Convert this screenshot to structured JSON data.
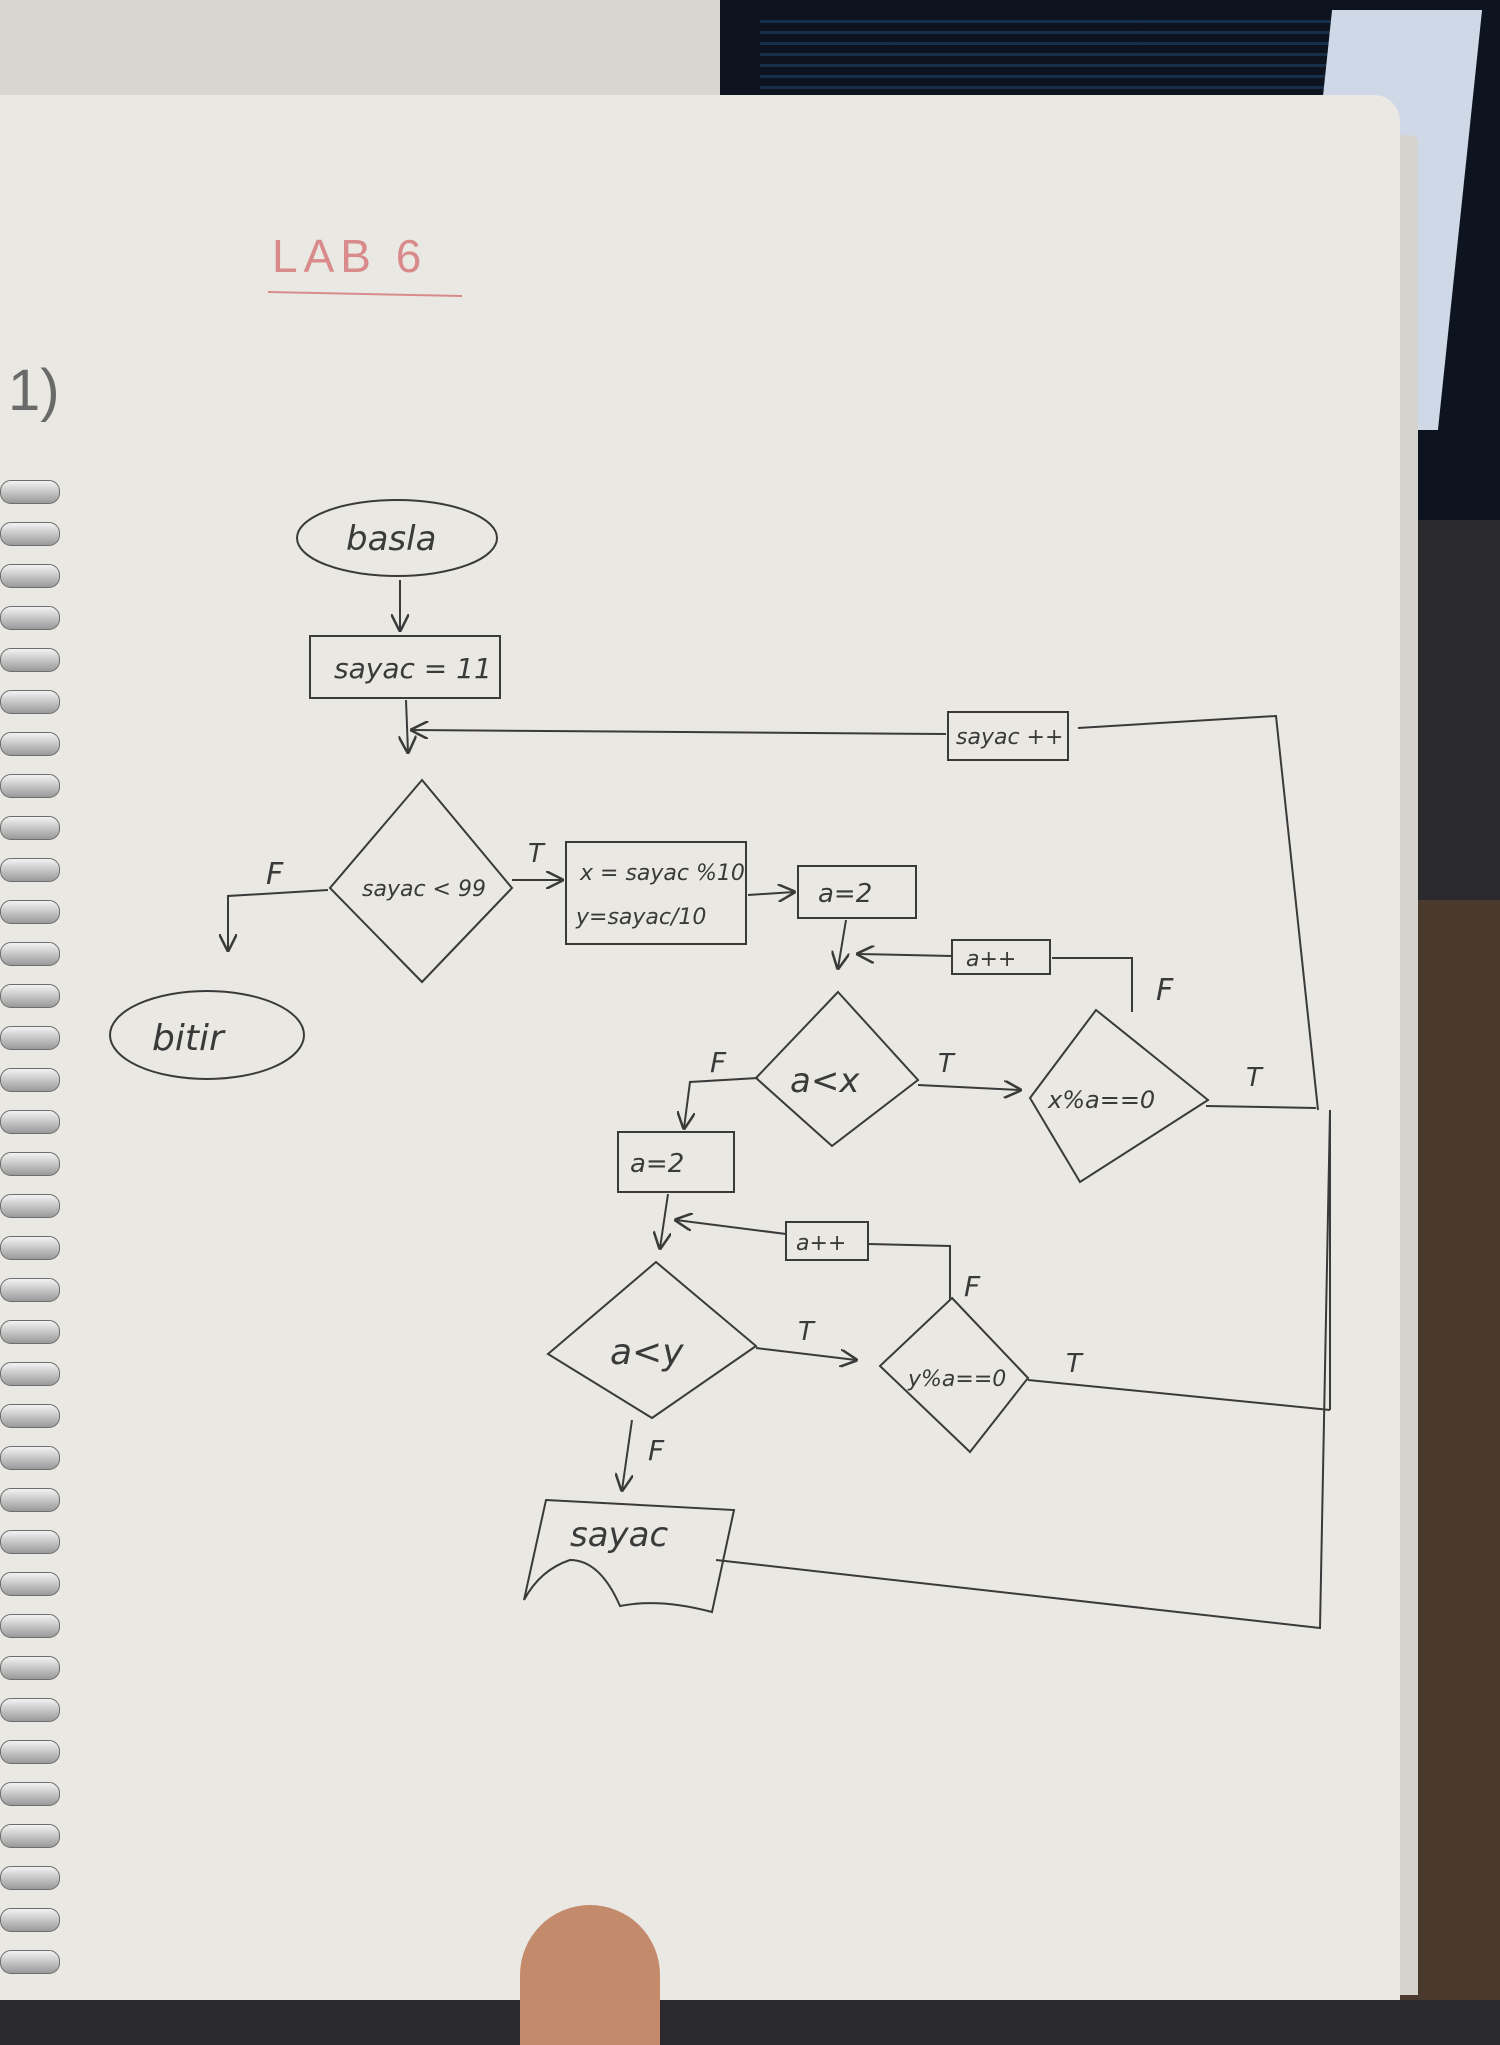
{
  "heading": "LAB 6",
  "question_number": "1)",
  "colors": {
    "ink": "#3a3a3a",
    "heading_ink": "#d98b8b",
    "paper": "#e9e8e2"
  },
  "flowchart": {
    "start": "basla",
    "init": "sayac = 11",
    "loop_condition": "sayac < 99",
    "end": "bitir",
    "assign_x": "x = sayac %10",
    "assign_y": "y=sayac/10",
    "a_init_1": "a=2",
    "a_inc_1": "a++",
    "cond_a_lt_x": "a<x",
    "cond_x_mod": "x%a==0",
    "a_init_2": "a=2",
    "a_inc_2": "a++",
    "cond_a_lt_y": "a<y",
    "cond_y_mod": "y%a==0",
    "output": "sayac",
    "sayac_inc": "sayac ++",
    "label_true": "T",
    "label_false": "F"
  }
}
